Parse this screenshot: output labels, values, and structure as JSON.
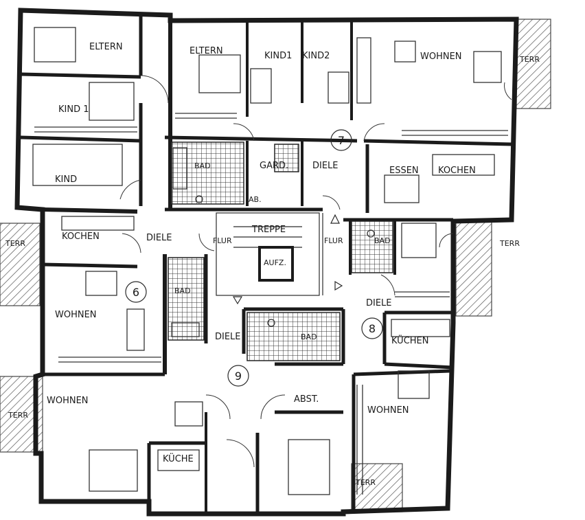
{
  "rooms": {
    "eltern_1": "ELTERN",
    "kind1_left": "KIND 1",
    "kind_left": "KIND",
    "eltern_2": "ELTERN",
    "kind1_top": "KIND1",
    "kind2_top": "KIND2",
    "wohnen_7": "WOHNEN",
    "terr_top_right": "TERR",
    "bad_7": "BAD",
    "gard": "GARD.",
    "diele_7": "DIELE",
    "essen": "ESSEN",
    "kochen_7": "KOCHEN",
    "ab": "AB.",
    "kochen_6": "KOCHEN",
    "diele_6": "DIELE",
    "flur_left": "FLUR",
    "treppe": "TREPPE",
    "flur_right": "FLUR",
    "bad_8": "BAD",
    "terr_left": "TERR",
    "terr_right": "TERR",
    "aufz": "AUFZ.",
    "wohnen_6": "WOHNEN",
    "bad_6": "BAD",
    "diele_8": "DIELE",
    "kuchen_8": "KÜCHEN",
    "diele_9": "DIELE",
    "bad_9": "BAD",
    "wohnen_9": "WOHNEN",
    "terr_bottom_left": "TERR",
    "abst": "ABST.",
    "wohnen_8": "WOHNEN",
    "kuche_9": "KÜCHE",
    "terr_bottom": "TERR"
  },
  "unit_numbers": {
    "unit_6": "6",
    "unit_7": "7",
    "unit_8": "8",
    "unit_9": "9"
  },
  "colors": {
    "wall": "#1b1b1b",
    "paper": "#ffffff",
    "ink": "#1a1a1a"
  }
}
